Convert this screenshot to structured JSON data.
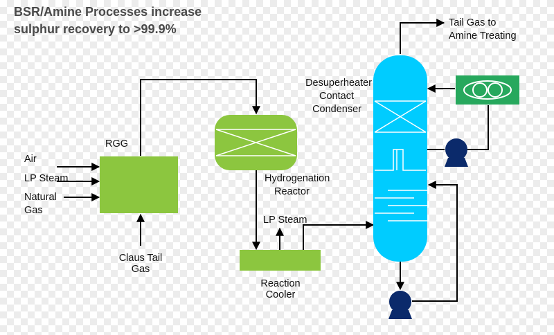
{
  "title": {
    "line1": "BSR/Amine Processes increase",
    "line2": "sulphur recovery to >99.9%"
  },
  "labels": {
    "rgg": "RGG",
    "air": "Air",
    "lp_steam_in": "LP Steam",
    "natural_gas_1": "Natural",
    "natural_gas_2": "Gas",
    "claus_1": "Claus Tail",
    "claus_2": "Gas",
    "hydro_1": "Hydrogenation",
    "hydro_2": "Reactor",
    "lp_steam_out": "LP Steam",
    "cooler_1": "Reaction",
    "cooler_2": "Cooler",
    "desup_1": "Desuperheater",
    "desup_2": "Contact",
    "desup_3": "Condenser",
    "tail_1": "Tail Gas to",
    "tail_2": "Amine Treating"
  },
  "colors": {
    "equipment_green": "#8cc63f",
    "column_blue": "#00ccff",
    "cooler_green": "#27a85d",
    "pump_navy": "#0b2a6b",
    "title_gray": "#4a4a4a"
  }
}
